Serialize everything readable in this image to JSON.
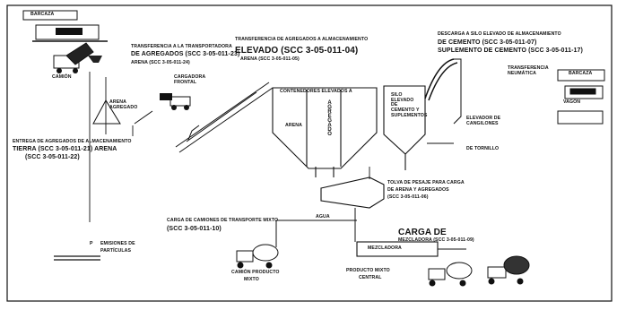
{
  "labels": {
    "barge_top": "BARCAZA",
    "camion_left": "CAMIÓN",
    "transfer_agg": "TRANSFERENCIA A LA TRANSPORTADORA",
    "transfer_agg_code": "DE AGREGADOS (SCC 3-05-011-23)",
    "arena_code": "ARENA (SCC 3-05-011-24)",
    "transfer_elev": "TRANSFERENCIA DE AGREGADOS A ALMACENAMIENTO",
    "elevado_code": "ELEVADO (SCC 3-05-011-04)",
    "arena_code2": "ARENA (SCC 3-05-011-05)",
    "cargadora": "CARGADORA FRONTAL",
    "arena_agregado": "ARENA AGREGADO",
    "contenedores": "CONTENEDORES ELEVADOS A",
    "arena_bin": "ARENA",
    "agregado_bin": "AGREGADO",
    "silo_label": "SILO ELEVADO DE CEMENTO Y SUPLEMENTOS",
    "descarga_1": "DESCARGA A SILO ELEVADO DE ALMACENAMIENTO",
    "descarga_2": "DE CEMENTO (SCC 3-05-011-07)",
    "descarga_3": "SUPLEMENTO DE CEMENTO (SCC 3-05-011-17)",
    "transfer_neum": "TRANSFERENCIA NEUMÁTICA",
    "barcaza_r": "BARCAZA",
    "vagon": "VAGÓN",
    "elevador": "ELEVADOR DE CANGILONES",
    "tornillo": "DE TORNILLO",
    "entrega_1": "ENTREGA DE AGREGADOS DE ALMACENAMIENTO",
    "entrega_2": "TIERRA (SCC 3-05-011-21) ARENA",
    "entrega_3": "(SCC 3-05-011-22)",
    "tolva_1": "TOLVA DE PESAJE PARA CARGA",
    "tolva_2": "DE ARENA Y AGREGADOS",
    "tolva_3": "(SCC 3-05-011-06)",
    "carga_cam_1": "CARGA DE CAMIONES DE TRANSPORTE MIXTO",
    "carga_cam_2": "(SCC 3-05-011-10)",
    "agua": "AGUA",
    "carga_de": "CARGA DE",
    "carga_de_sub": "MEZCLADORA (SCC 3-05-011-09)",
    "mezcladora": "MEZCLADORA",
    "emisiones_1": "EMISIONES DE",
    "emisiones_2": "PARTÍCULAS",
    "camion_prod_1": "CAMIÓN PRODUCTO",
    "camion_prod_2": "MIXTO",
    "prod_mixto_1": "PRODUCTO MIXTO",
    "prod_mixto_2": "CENTRAL",
    "legend_p": "P"
  }
}
